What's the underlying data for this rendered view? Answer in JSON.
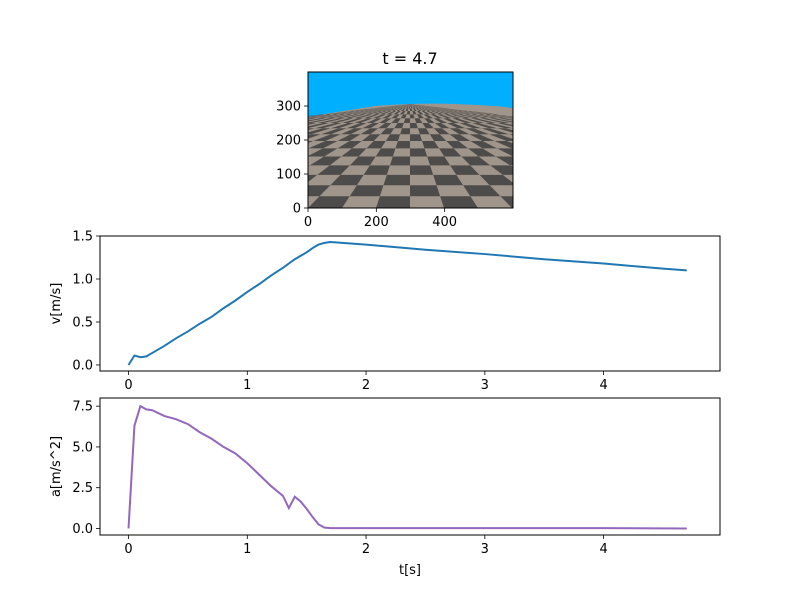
{
  "chart_data": [
    {
      "type": "image",
      "title": "t = 4.7",
      "image": "checkerboard-ground-plane-under-blue-sky",
      "sky_color": "#00b0ff",
      "xlim": [
        0,
        600
      ],
      "ylim": [
        0,
        400
      ],
      "xticks": [
        0,
        200,
        400
      ],
      "yticks": [
        0,
        100,
        200,
        300
      ],
      "xtick_labels": [
        "0",
        "200",
        "400"
      ],
      "ytick_labels": [
        "0",
        "100",
        "200",
        "300"
      ]
    },
    {
      "type": "line",
      "title": "",
      "xlabel": "",
      "ylabel": "v[m/s]",
      "xlim": [
        -0.24,
        4.98
      ],
      "ylim": [
        -0.07,
        1.5
      ],
      "xticks": [
        0,
        1,
        2,
        3,
        4
      ],
      "yticks": [
        0.0,
        0.5,
        1.0,
        1.5
      ],
      "xtick_labels": [
        "0",
        "1",
        "2",
        "3",
        "4"
      ],
      "ytick_labels": [
        "0.0",
        "0.5",
        "1.0",
        "1.5"
      ],
      "grid": false,
      "color": "#1f77b4",
      "series": [
        {
          "x": [
            0,
            0.05,
            0.1,
            0.15,
            0.2,
            0.3,
            0.4,
            0.5,
            0.6,
            0.7,
            0.8,
            0.9,
            1.0,
            1.1,
            1.2,
            1.3,
            1.4,
            1.5,
            1.55,
            1.6,
            1.65,
            1.7,
            1.8,
            2.0,
            2.5,
            3.0,
            3.5,
            4.0,
            4.5,
            4.7
          ],
          "y": [
            0.0,
            0.11,
            0.09,
            0.1,
            0.14,
            0.22,
            0.31,
            0.39,
            0.48,
            0.56,
            0.66,
            0.75,
            0.85,
            0.94,
            1.04,
            1.13,
            1.23,
            1.31,
            1.36,
            1.4,
            1.42,
            1.43,
            1.42,
            1.4,
            1.34,
            1.29,
            1.23,
            1.18,
            1.12,
            1.1
          ]
        }
      ]
    },
    {
      "type": "line",
      "title": "",
      "xlabel": "t[s]",
      "ylabel": "a[m/s^2]",
      "xlim": [
        -0.24,
        4.98
      ],
      "ylim": [
        -0.4,
        8.0
      ],
      "xticks": [
        0,
        1,
        2,
        3,
        4
      ],
      "yticks": [
        0.0,
        2.5,
        5.0,
        7.5
      ],
      "xtick_labels": [
        "0",
        "1",
        "2",
        "3",
        "4"
      ],
      "ytick_labels": [
        "0.0",
        "2.5",
        "5.0",
        "7.5"
      ],
      "grid": false,
      "color": "#9467bd",
      "series": [
        {
          "x": [
            0,
            0.05,
            0.1,
            0.15,
            0.2,
            0.3,
            0.4,
            0.5,
            0.6,
            0.7,
            0.8,
            0.9,
            1.0,
            1.1,
            1.2,
            1.3,
            1.35,
            1.4,
            1.45,
            1.5,
            1.55,
            1.6,
            1.65,
            1.7,
            2.0,
            3.0,
            4.0,
            4.7
          ],
          "y": [
            0.0,
            6.3,
            7.5,
            7.3,
            7.25,
            6.9,
            6.7,
            6.4,
            5.9,
            5.5,
            5.0,
            4.6,
            4.0,
            3.3,
            2.6,
            2.0,
            1.25,
            1.95,
            1.65,
            1.2,
            0.7,
            0.25,
            0.05,
            0.02,
            0.02,
            0.02,
            0.02,
            0.0
          ]
        }
      ]
    }
  ]
}
